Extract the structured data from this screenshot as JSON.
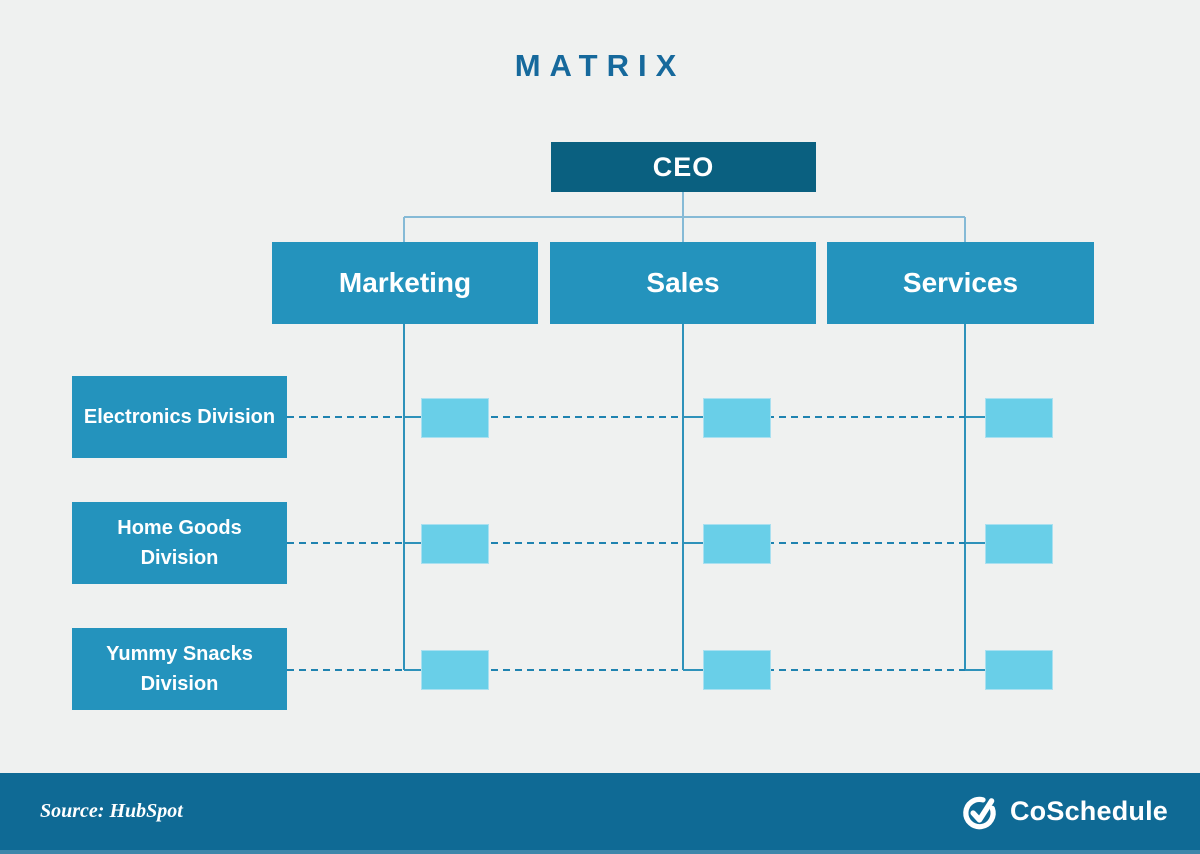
{
  "title": "MATRIX",
  "diagram": {
    "root": {
      "label": "CEO"
    },
    "departments": [
      {
        "label": "Marketing"
      },
      {
        "label": "Sales"
      },
      {
        "label": "Services"
      }
    ],
    "divisions": [
      {
        "label": "Electronics Division"
      },
      {
        "label": "Home Goods Division"
      },
      {
        "label": "Yummy Snacks Division"
      }
    ],
    "matrix_cells": {
      "rows": 3,
      "cols": 3
    }
  },
  "footer": {
    "source": "Source: HubSpot",
    "brand": "CoSchedule"
  },
  "colors": {
    "background": "#eff1f0",
    "title_text": "#16699c",
    "ceo_box": "#0a6080",
    "department_box": "#2493bd",
    "division_box": "#2493bd",
    "matrix_cell": "#69cfe8",
    "top_connector_line": "#85bad6",
    "column_line": "#2e92ba",
    "row_dashed_line": "#1f83b0",
    "footer_bar": "#0f6a95",
    "footer_bar_bottom_strip": "#3e86aa",
    "box_text": "#ffffff"
  }
}
